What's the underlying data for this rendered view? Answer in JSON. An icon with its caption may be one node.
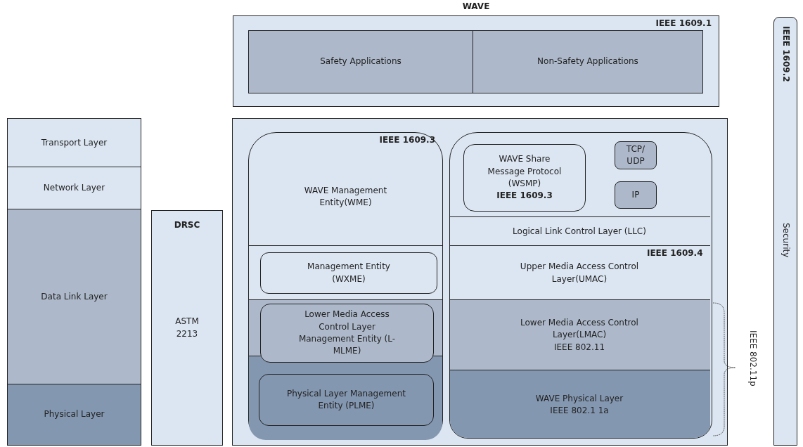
{
  "diagram": {
    "nodes": [
      {
        "text": [
          "WAVE",
          "IEEE 1609.1"
        ]
      },
      {
        "text": [
          "Safety Applications"
        ],
        "in": 0
      },
      {
        "text": [
          "Non-Safety Applications"
        ],
        "in": 0
      },
      {
        "text": [
          "Transport Layer"
        ]
      },
      {
        "text": [
          "Network Layer"
        ]
      },
      {
        "text": [
          "Data Link Layer"
        ]
      },
      {
        "text": [
          "Physical Layer"
        ]
      },
      {
        "text": [
          "DRSC",
          "ASTM 2213"
        ]
      },
      {
        "text": [],
        "shape": "box"
      },
      {
        "text": [
          "IEEE 1609.3",
          "WAVE Management Entity(WME)"
        ],
        "in": 8
      },
      {
        "text": [
          "Management Entity (WXME)"
        ],
        "in": 9
      },
      {
        "text": [
          "Lower Media Access Control Layer Management Entity (L-MLME)"
        ],
        "in": 9
      },
      {
        "text": [
          "Physical Layer Management Entity (PLME)"
        ],
        "in": 9
      },
      {
        "text": [],
        "shape": "box",
        "in": 8
      },
      {
        "text": [
          "WAVE Share Message Protocol (WSMP)",
          "IEEE 1609.3"
        ],
        "in": 13
      },
      {
        "text": [
          "TCP/ UDP"
        ],
        "in": 13
      },
      {
        "text": [
          "IP"
        ],
        "in": 13
      },
      {
        "text": [
          "Logical Link Control Layer (LLC)"
        ],
        "in": 13
      },
      {
        "text": [
          "IEEE 1609.4",
          "Upper Media Access Control Layer(UMAC)"
        ],
        "in": 13
      },
      {
        "text": [
          "Lower Media Access Control Layer(LMAC)",
          "IEEE 802.11"
        ],
        "in": 13
      },
      {
        "text": [
          "WAVE Physical Layer",
          "IEEE 802.1 1a"
        ],
        "in": 13
      },
      {
        "text": [
          "IEEE 1609.2",
          "Security"
        ]
      }
    ],
    "labels": [
      "IEEE 802.11p"
    ]
  }
}
